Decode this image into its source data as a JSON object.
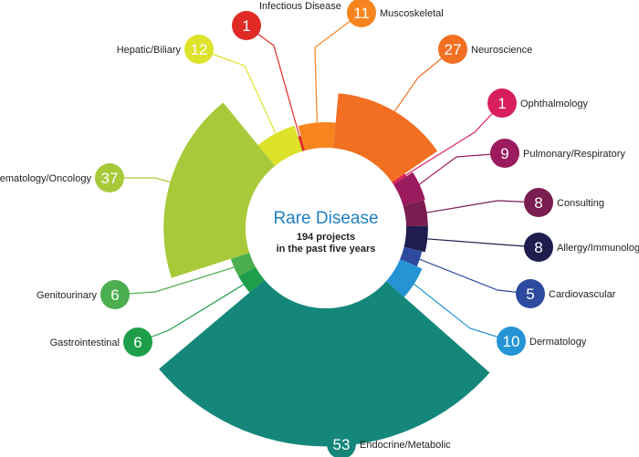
{
  "chart_data": {
    "type": "polar-area",
    "title": "Rare Disease",
    "subtitle_line1": "194 projects",
    "subtitle_line2": "in the past five years",
    "total": 194,
    "categories": [
      "Infectious Disease",
      "Muscoskeletal",
      "Neuroscience",
      "Ophthalmology",
      "Pulmonary/Respiratory",
      "Consulting",
      "Allergy/Immunology",
      "Cardiovascular",
      "Dermatology",
      "Endocrine/Metabolic",
      "Gastrointestinal",
      "Genitourinary",
      "Hematology/Oncology",
      "Hepatic/Biliary"
    ],
    "values": [
      1,
      11,
      27,
      1,
      9,
      8,
      8,
      5,
      10,
      53,
      6,
      6,
      37,
      12
    ],
    "colors": [
      "#e02a26",
      "#f7841f",
      "#f26f22",
      "#d81f5c",
      "#9b1b5e",
      "#7a1d50",
      "#1f1d4e",
      "#2d4a9e",
      "#2594d4",
      "#14877a",
      "#1e9e4a",
      "#4bae4f",
      "#a8c93a",
      "#dde22a"
    ],
    "legend": "callouts"
  }
}
